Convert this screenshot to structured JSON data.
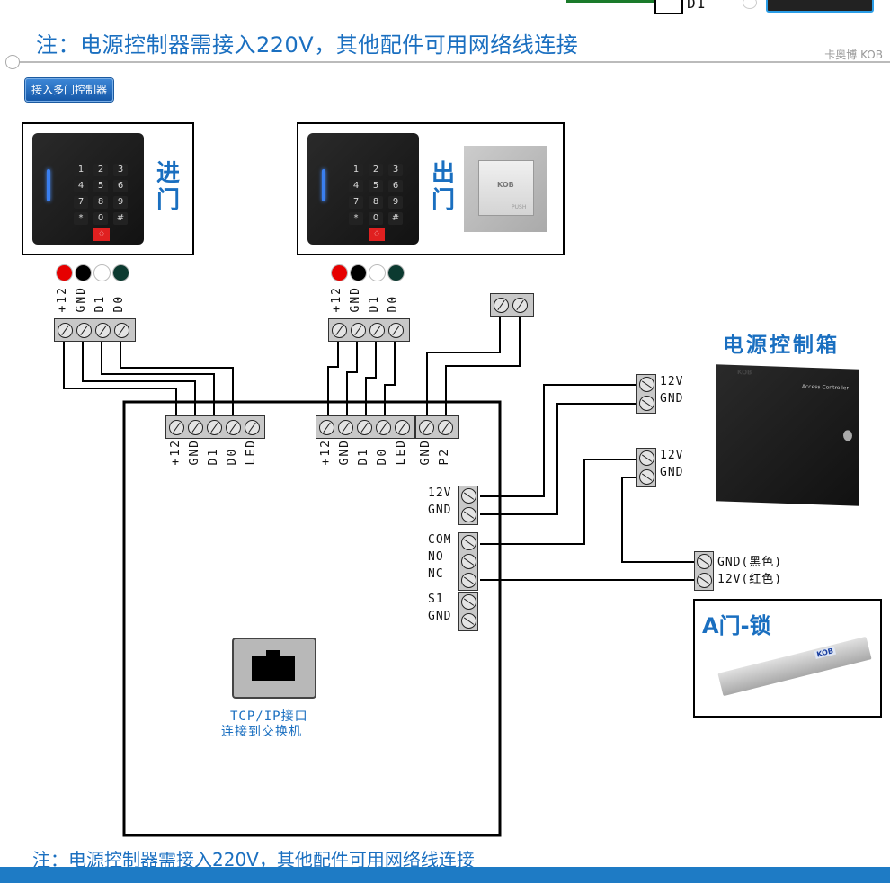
{
  "header": {
    "note": "注：电源控制器需接入220V，其他配件可用网络线连接",
    "brand": "卡奥博 KOB",
    "button_label": "接入多门控制器",
    "top_partial_label": "D1"
  },
  "entry_panel": {
    "label_lines": [
      "进",
      "门"
    ],
    "keypad": [
      "1",
      "2",
      "3",
      "4",
      "5",
      "6",
      "7",
      "8",
      "9",
      "*",
      "0",
      "#"
    ]
  },
  "exit_panel": {
    "label_lines": [
      "出",
      "门"
    ],
    "keypad": [
      "1",
      "2",
      "3",
      "4",
      "5",
      "6",
      "7",
      "8",
      "9",
      "*",
      "0",
      "#"
    ],
    "exit_button_brand": "KOB",
    "exit_button_text": "PUSH"
  },
  "wire_colors": [
    "#e60000",
    "#000000",
    "#ffffff",
    "#0c3a30"
  ],
  "reader_terminals": [
    "+12",
    "GND",
    "D1",
    "D0"
  ],
  "controller": {
    "reader1_terminals": [
      "+12",
      "GND",
      "D1",
      "D0",
      "LED"
    ],
    "reader2_terminals": [
      "+12",
      "GND",
      "D1",
      "D0",
      "LED"
    ],
    "button_terminals": [
      "GND",
      "P2"
    ],
    "power_terminals": [
      "12V",
      "GND"
    ],
    "relay_terminals": [
      "COM",
      "NO",
      "NC"
    ],
    "sensor_terminals": [
      "S1",
      "GND"
    ],
    "network_label_1": "TCP/IP接口",
    "network_label_2": "连接到交换机"
  },
  "power_box": {
    "title": "电源控制箱",
    "device_text": "Access Controller",
    "brand": "KOB",
    "out1": [
      "12V",
      "GND"
    ],
    "out2": [
      "12V",
      "GND"
    ]
  },
  "lock": {
    "terminals": [
      "GND(黑色)",
      "12V(红色)"
    ],
    "title": "A门-锁",
    "brand": "KOB"
  },
  "footer": {
    "note": "注：电源控制器需接入220V，其他配件可用网络线连接"
  },
  "colors": {
    "accent": "#1a6fc0",
    "bar": "#1e7bc5"
  }
}
